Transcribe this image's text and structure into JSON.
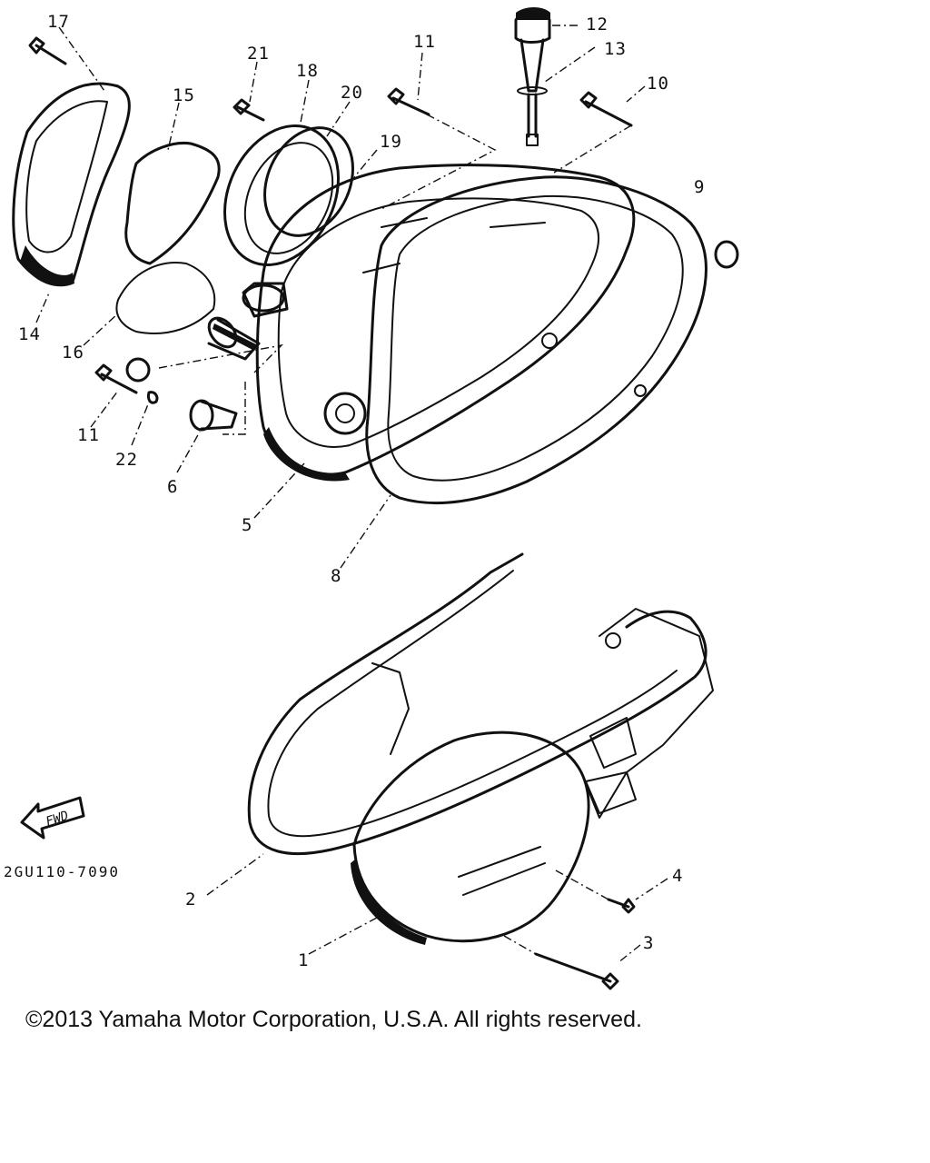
{
  "diagram": {
    "callouts": {
      "c1": "1",
      "c2": "2",
      "c3": "3",
      "c4": "4",
      "c5": "5",
      "c6": "6",
      "c8": "8",
      "c9": "9",
      "c10": "10",
      "c11a": "11",
      "c11b": "11",
      "c12": "12",
      "c13": "13",
      "c14": "14",
      "c15": "15",
      "c16": "16",
      "c17": "17",
      "c18": "18",
      "c19": "19",
      "c20": "20",
      "c21": "21",
      "c22": "22"
    },
    "fwd_label": "FWD",
    "diagram_code": "2GU110-7090"
  },
  "footer": {
    "copyright": "©2013 Yamaha Motor Corporation, U.S.A. All rights reserved."
  }
}
